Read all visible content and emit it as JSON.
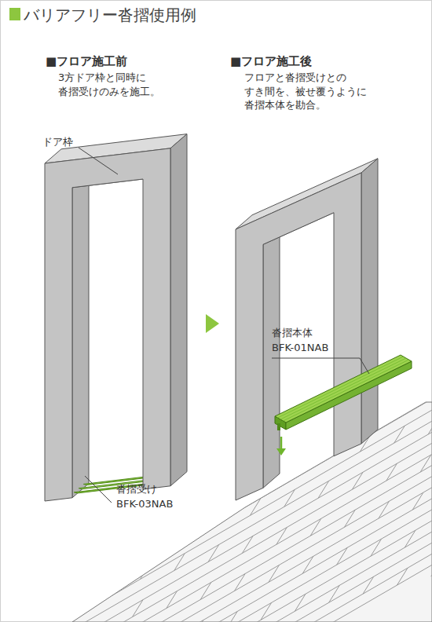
{
  "diagram": {
    "title": "バリアフリー沓摺使用例",
    "labels": [
      "■フロア施工前",
      "3方ドア枠と同時に 沓摺受けのみを施工。",
      "■フロア施工後",
      "フロアと沓摺受けとの すき間を、被せ覆うように 沓摺本体を勘合。",
      "ドア枠",
      "沓摺受け",
      "BFK-03NAB",
      "沓摺本体",
      "BFK-01NAB"
    ]
  }
}
